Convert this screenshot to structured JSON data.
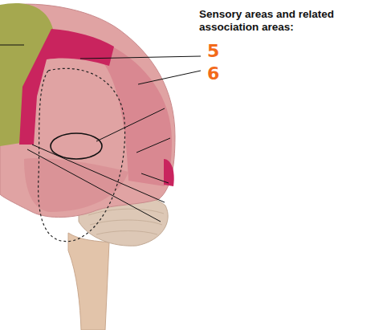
{
  "diagram": {
    "labels": [
      "Sensory areas and related association areas:",
      "5",
      "6"
    ]
  }
}
